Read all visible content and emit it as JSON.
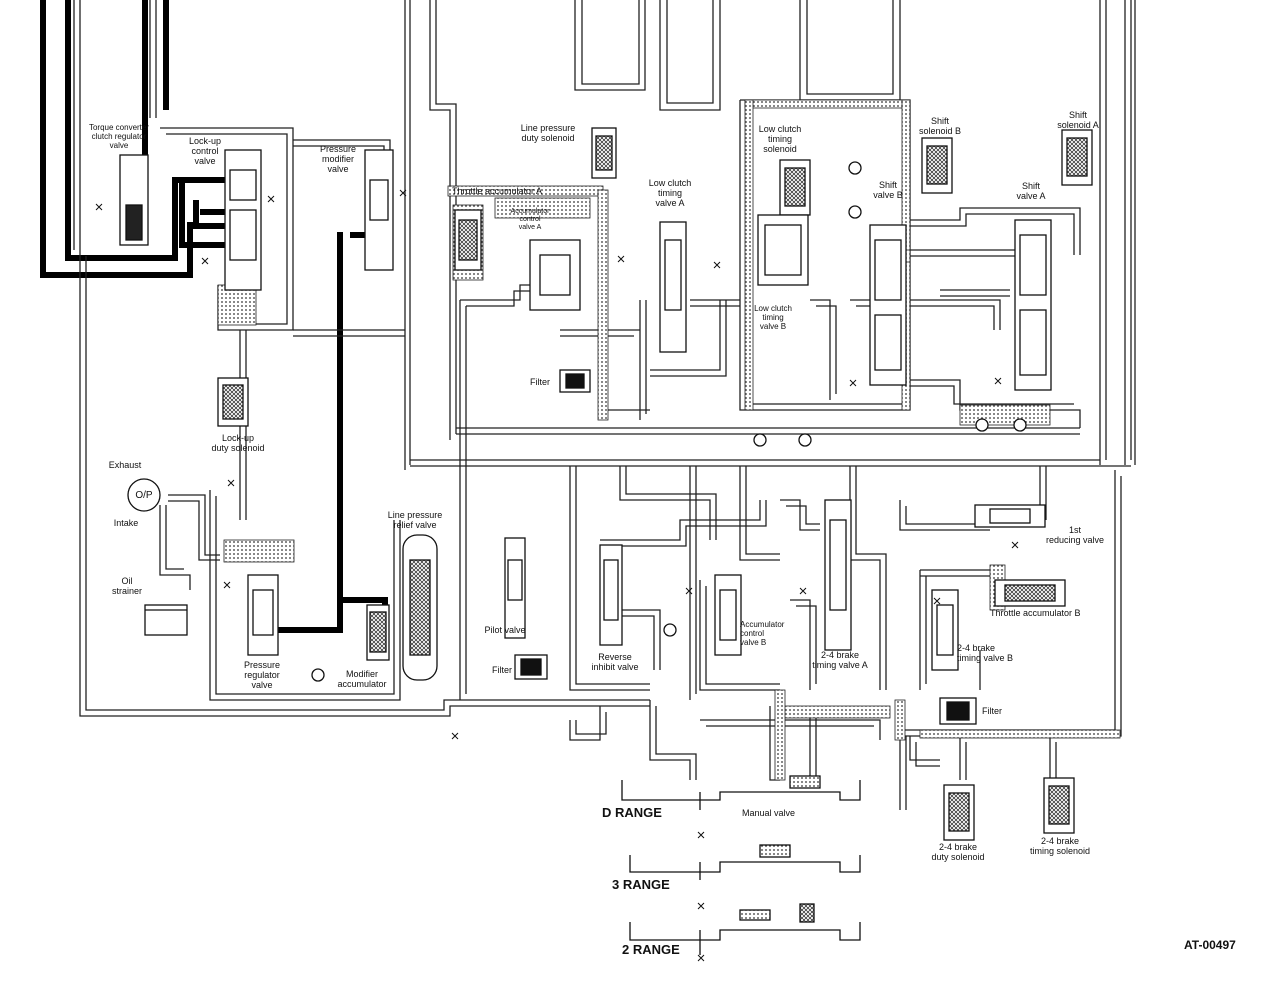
{
  "diagram_code": "AT-00497",
  "labels": {
    "torque_converter_valve": "Torque converter\nclutch regulator\nvalve",
    "lockup_control_valve": "Lock-up\ncontrol\nvalve",
    "pressure_modifier_valve": "Pressure\nmodifier\nvalve",
    "line_pressure_duty_solenoid": "Line pressure\nduty solenoid",
    "throttle_accumulator_a": "Throttle accumulator A",
    "accumulator_control_valve_a": "Accumulator\ncontrol\nvalve A",
    "low_clutch_timing_valve_a": "Low clutch\ntiming\nvalve A",
    "low_clutch_timing_solenoid": "Low clutch\ntiming\nsolenoid",
    "low_clutch_timing_valve_b": "Low clutch\ntiming\nvalve B",
    "shift_solenoid_b": "Shift\nsolenoid B",
    "shift_solenoid_a": "Shift\nsolenoid A",
    "shift_valve_b": "Shift\nvalve B",
    "shift_valve_a": "Shift\nvalve A",
    "filter_1": "Filter",
    "lockup_duty_solenoid": "Lock-up\nduty solenoid",
    "exhaust": "Exhaust",
    "op": "O/P",
    "intake": "Intake",
    "oil_strainer": "Oil\nstrainer",
    "line_pressure_relief_valve": "Line pressure\nrelief valve",
    "pilot_valve": "Pilot valve",
    "filter_2": "Filter",
    "reverse_inhibit_valve": "Reverse\ninhibit valve",
    "accumulator_control_valve_b": "Accumulator\ncontrol\nvalve B",
    "brake_24_timing_valve_a": "2-4 brake\ntiming valve A",
    "reducing_valve_1st": "1st\nreducing valve",
    "throttle_accumulator_b": "Throttle accumulator B",
    "brake_24_timing_valve_b": "2-4 brake\ntiming valve B",
    "filter_3": "Filter",
    "pressure_regulator_valve": "Pressure\nregulator\nvalve",
    "modifier_accumulator": "Modifier\naccumulator",
    "manual_valve": "Manual valve",
    "brake_24_duty_solenoid": "2-4 brake\nduty solenoid",
    "brake_24_timing_solenoid": "2-4 brake\ntiming solenoid"
  },
  "ranges": {
    "d": "D RANGE",
    "three": "3 RANGE",
    "two": "2 RANGE"
  }
}
